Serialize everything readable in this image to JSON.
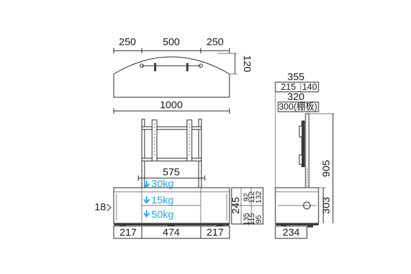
{
  "top_view": {
    "width_left": "250",
    "width_center": "500",
    "width_right": "250",
    "depth_arc": "120"
  },
  "front_view": {
    "total_width": "1000",
    "bracket_width": "575",
    "leg_height": "18",
    "side_left": "217",
    "center": "474",
    "side_right": "217",
    "loads": [
      "30kg",
      "15kg",
      "50kg"
    ]
  },
  "heights": {
    "total": "245",
    "row1": [
      "135",
      "92"
    ],
    "row2": [
      "115",
      "112"
    ],
    "row3": [
      "95",
      "132"
    ]
  },
  "side_view": {
    "overall_depth": "355",
    "split_front": "215",
    "split_back": "140",
    "shelf_depth": "320",
    "shelf_note": "300(棚板)",
    "pole_height": "905",
    "cabinet_height": "303",
    "base_depth": "234"
  },
  "colors": {
    "line": "#222222",
    "load_text": "#2aa6e0"
  }
}
